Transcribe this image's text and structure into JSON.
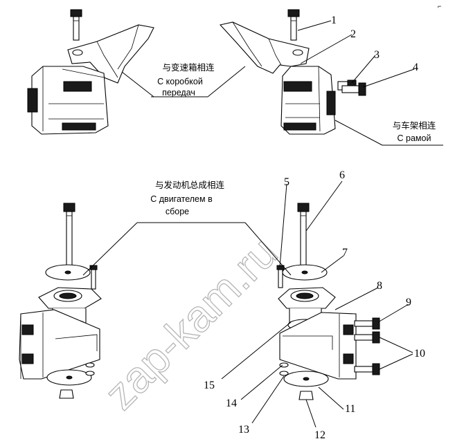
{
  "corner_mark": "⌐",
  "labels": {
    "gearbox_cn": "与变速箱相连",
    "gearbox_ru_1": "С коробкой",
    "gearbox_ru_2": "передач",
    "frame_cn": "与车架相连",
    "frame_ru": "С рамой",
    "engine_cn": "与发动机总成相连",
    "engine_ru_1": "С двигателем в",
    "engine_ru_2": "сборе"
  },
  "callouts": [
    "1",
    "2",
    "3",
    "4",
    "5",
    "6",
    "7",
    "8",
    "9",
    "10",
    "11",
    "12",
    "13",
    "14",
    "15"
  ],
  "watermark": "zap-kam.ru"
}
